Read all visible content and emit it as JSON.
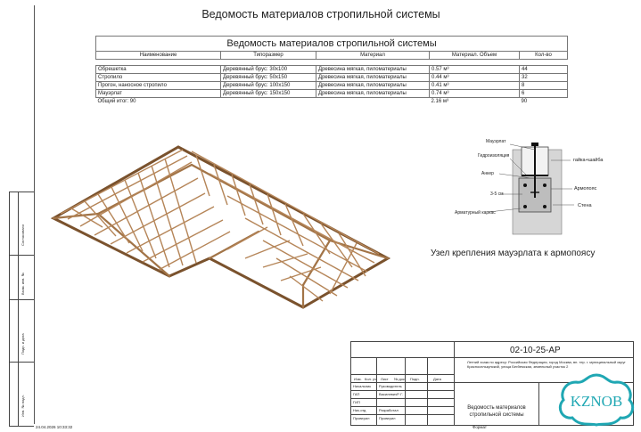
{
  "page_title": "Ведомость материалов стропильной системы",
  "table": {
    "caption": "Ведомость материалов стропильной системы",
    "headers": [
      "Наименование",
      "Типоразмер",
      "Материал",
      "Материал. Объем",
      "Кол-во"
    ],
    "rows": [
      [
        "Обрешетка",
        "Деревянный брус: 30х100",
        "Древесина мягкая, пиломатериалы",
        "0.57 м³",
        "44"
      ],
      [
        "Стропило",
        "Деревянный брус: 50х150",
        "Древесина мягкая, пиломатериалы",
        "0.44 м³",
        "32"
      ],
      [
        "Прогон, наносное стропило",
        "Деревянный брус: 100х150",
        "Древесина мягкая, пиломатериалы",
        "0.41 м³",
        "8"
      ],
      [
        "Мауэрлат",
        "Деревянный брус: 150х150",
        "Древесина мягкая, пиломатериалы",
        "0.74 м³",
        "6"
      ]
    ],
    "total_label": "Общий итог: 90",
    "total_volume": "2.16 м³",
    "total_count": "90"
  },
  "node": {
    "labels": {
      "mauerlat": "Мауэрлат",
      "hydro": "Гидроизоляция",
      "nut": "гайка+шайба",
      "anchor": "Анкер",
      "armopoyas": "Армопояс",
      "gap": "3-5 см",
      "wall": "Стена",
      "cage": "Арматурный каркас"
    },
    "caption": "Узел крепления мауэрлата к армопоясу"
  },
  "stamp": {
    "code": "02-10-25-АР",
    "address": "Летний хоакк по адресу: Российская Федерация, город Москва, вн. тер. г. муниципальный округ Красноселькупский, улица Бегйемская, земельный участок 2",
    "sheet_name": "Ведомость материалов стропильной системы",
    "head_cells": [
      "Изм.",
      "Кол. уч",
      "Лист",
      "№ док",
      "Подп.",
      "Дата"
    ],
    "rows": [
      {
        "role": "Начальник",
        "name": "Руководитель"
      },
      {
        "role": "ГАП",
        "name": "ВасилевичР. Г."
      },
      {
        "role": "ГИП",
        "name": ""
      },
      {
        "role": "Нач.отд",
        "name": "Разработал"
      },
      {
        "role": "Проверил",
        "name": "Проверил"
      }
    ],
    "format": "Формат"
  },
  "side_strip": {
    "labels": [
      "Инв. № подл.",
      "Подп. и дата",
      "Взам. инв. №",
      "Согласовано"
    ]
  },
  "print_date": "24.04.2026 10:33:32",
  "watermark": "KZNOB",
  "colors": {
    "timber": "#a27447",
    "timber_dark": "#7a522d",
    "logo": "#1fa7b3",
    "concrete": "#bdbdbd"
  }
}
